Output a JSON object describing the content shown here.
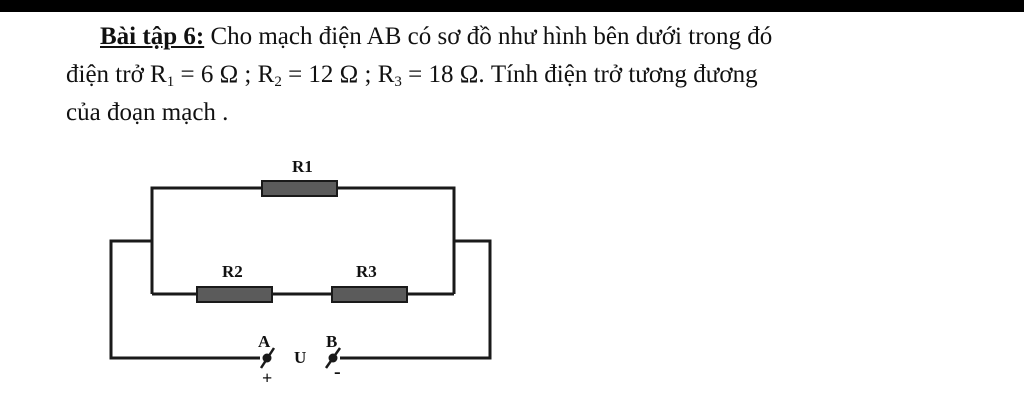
{
  "problem": {
    "title": "Bài tập 6:",
    "line1_text": " Cho mạch điện AB có sơ đồ như hình bên dưới trong đó",
    "line2_prefix": "điện trở ",
    "r1_symbol": "R",
    "r1_sub": "1",
    "r1_value": " = 6 Ω",
    "sep1": "  ; ",
    "r2_symbol": "R",
    "r2_sub": "2",
    "r2_value": " = 12 Ω",
    "sep2": " ; ",
    "r3_symbol": "R",
    "r3_sub": "3",
    "r3_value": " = 18 Ω",
    "line2_suffix": ". Tính điện trở tương đương",
    "line3_text": "của đoạn mạch ."
  },
  "diagram": {
    "r1_label": "R1",
    "r2_label": "R2",
    "r3_label": "R3",
    "terminal_a": "A",
    "terminal_b": "B",
    "voltage_label": "U",
    "plus_sign": "+",
    "minus_sign": "-"
  }
}
